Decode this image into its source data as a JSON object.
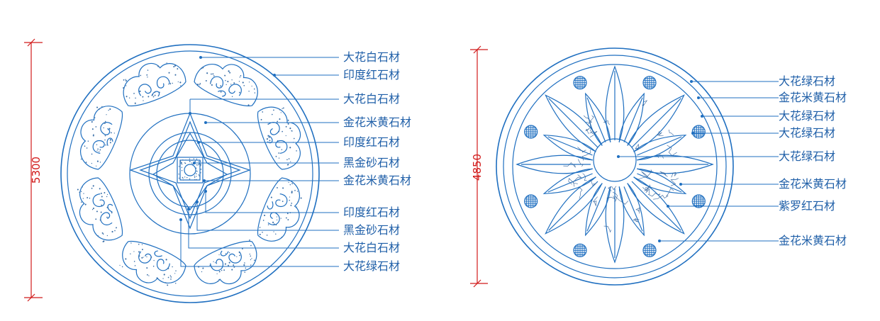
{
  "left_plan": {
    "dimension": "5300",
    "labels": [
      "大花白石材",
      "印度红石材",
      "大花白石材",
      "金花米黄石材",
      "印度红石材",
      "黑金砂石材",
      "金花米黄石材",
      "印度红石材",
      "黑金砂石材",
      "大花白石材",
      "大花绿石材"
    ]
  },
  "right_plan": {
    "dimension": "4850",
    "labels": [
      "大花绿石材",
      "金花米黄石材",
      "大花绿石材",
      "大花绿石材",
      "大花绿石材",
      "金花米黄石材",
      "紫罗红石材",
      "金花米黄石材"
    ]
  },
  "colors": {
    "line": "#1f6fc0",
    "dimension": "#d11a1a",
    "text": "#1f5fa8"
  }
}
